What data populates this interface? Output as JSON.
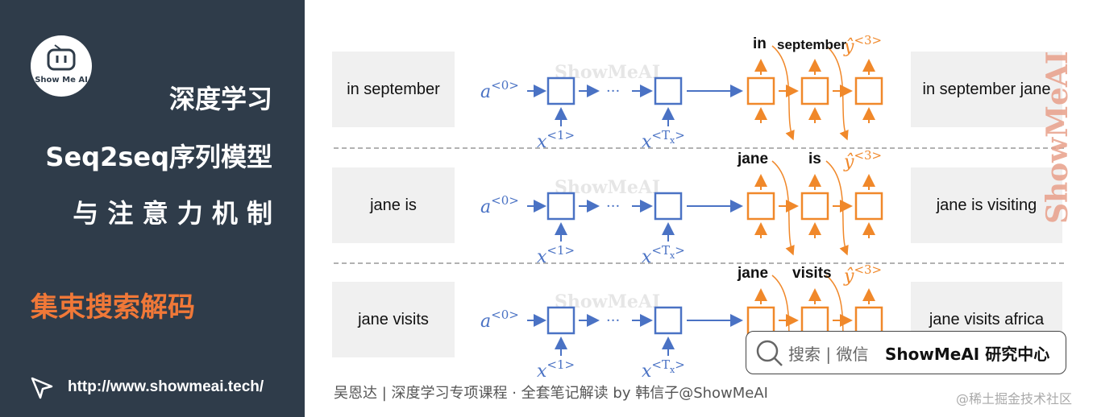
{
  "logo": {
    "text": "Show Me AI"
  },
  "left_panel": {
    "title_lines": [
      "深度学习",
      "Seq2seq序列模型",
      "与 注 意 力 机 制"
    ],
    "highlight": "集束搜索解码",
    "url": "http://www.showmeai.tech/"
  },
  "watermark": "ShowMeAI",
  "side_watermark": "ShowMeAI",
  "rows": [
    {
      "input": "in september",
      "top_words": [
        "in",
        "september"
      ],
      "output": "in september jane"
    },
    {
      "input": "jane is",
      "top_words": [
        "jane",
        "is"
      ],
      "output": "jane is visiting"
    },
    {
      "input": "jane visits",
      "top_words": [
        "jane",
        "visits"
      ],
      "output": "jane visits africa"
    }
  ],
  "math": {
    "a0_base": "a",
    "a0_sup": "<0>",
    "x1_base": "x",
    "x1_sup": "<1>",
    "xT_base": "x",
    "xT_sup_open": "<T",
    "xT_sub": "x",
    "xT_sup_close": ">",
    "yhat_base": "ŷ",
    "y3_sup": "<3>",
    "ellipsis": "···"
  },
  "colors": {
    "panel": "#2f3c4a",
    "encoder": "#4a72c4",
    "decoder": "#f0882a",
    "highlight": "#f07838",
    "separator": "#999999"
  },
  "caption": "吴恩达 | 深度学习专项课程 · 全套笔记解读  by 韩信子@ShowMeAI",
  "search": {
    "icon": "search-icon",
    "label": "搜索 | 微信",
    "brand": "ShowMeAI 研究中心"
  },
  "credit": "@稀土掘金技术社区"
}
